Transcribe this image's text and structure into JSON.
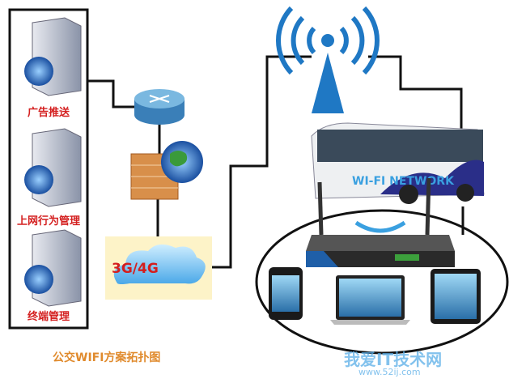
{
  "servers": [
    {
      "label": "广告推送"
    },
    {
      "label": "上网行为管理"
    },
    {
      "label": "终端管理"
    }
  ],
  "cloud": {
    "label": "3G/4G"
  },
  "bus": {
    "sign": "WI-FI NETWORK"
  },
  "caption": "公交WIFI方案拓扑图",
  "watermark": {
    "name": "我爱IT技术网",
    "url": "www.52ij.com"
  },
  "colors": {
    "label_red": "#d42020",
    "caption_orange": "#e08a2c",
    "watermark_blue": "#5aaee8"
  }
}
